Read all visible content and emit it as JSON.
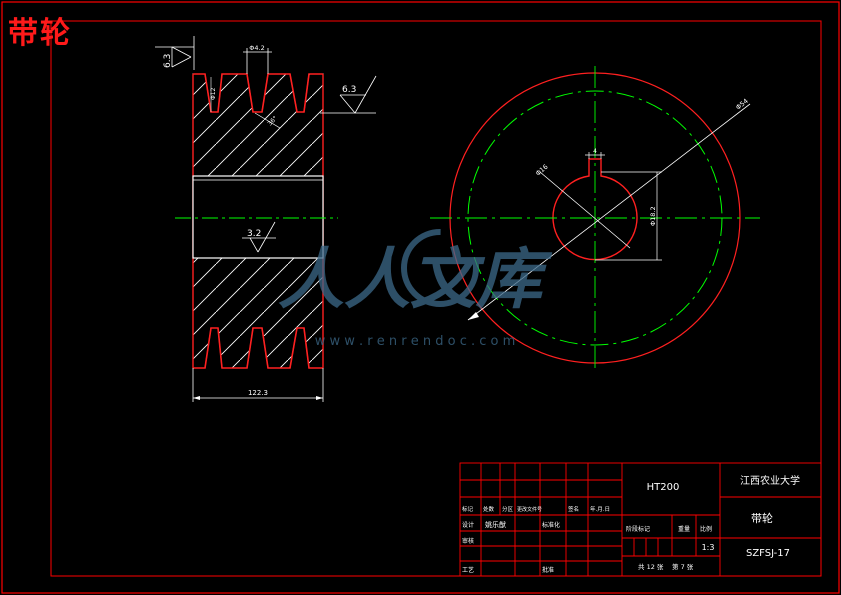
{
  "title": "带轮",
  "colors": {
    "background": "#000000",
    "frame": "#ff0000",
    "geometry": "#ff2020",
    "annotation": "#ffffff",
    "centerline": "#00ff00",
    "title_block": "#ff0000",
    "watermark": "#3d6a8a"
  },
  "dimensions": {
    "groove_top_width": "Φ4.2",
    "groove_depth": "Φ12",
    "outer_diameter": "Φ54",
    "bore_diameter": "Φ16",
    "key_width": "4",
    "keyway_depth": "Φ18.2",
    "overall_width": "122.3",
    "bevel_mark": "36°"
  },
  "surface_finish": {
    "top_left": "6.3",
    "groove": "6.3",
    "bore": "3.2"
  },
  "watermark": {
    "text": "人人文库",
    "url": "w w w . r e n r e n d o c . c o m"
  },
  "title_block": {
    "material": "HT200",
    "school": "江西农业大学",
    "part_name": "带轮",
    "drawing_number": "SZFSJ-17",
    "scale": "1:3",
    "designer_label": "设计",
    "designer_name": "姚乐猷",
    "standardize_label": "标准化",
    "review_label": "审核",
    "process_label": "工艺",
    "approve_label": "批准",
    "mark_label": "标记",
    "count_label": "处数",
    "zone_label": "分区",
    "change_doc_label": "更改文件号",
    "signature_label": "签名",
    "date_label": "年.月.日",
    "stage_label": "阶段标记",
    "weight_label": "重量",
    "scale_label": "比例",
    "sheet_total": "共 12 张",
    "sheet_current": "第 7 张"
  }
}
